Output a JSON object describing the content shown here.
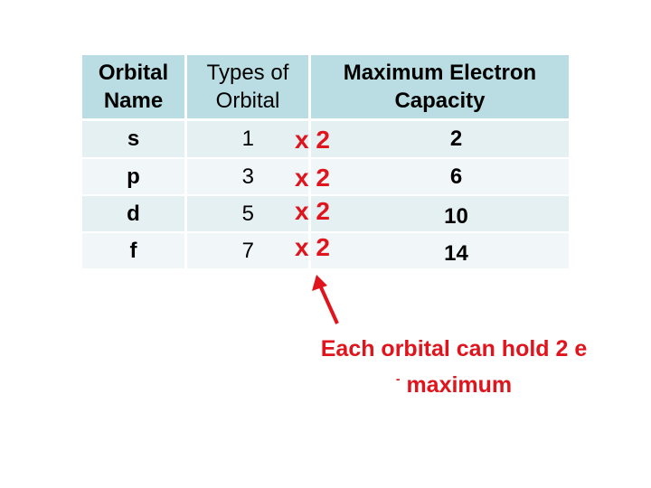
{
  "table": {
    "headers": [
      {
        "line1": "Orbital",
        "line2": "Name"
      },
      {
        "line1": "Types of",
        "line2": "Orbital"
      },
      {
        "line1": "Maximum Electron",
        "line2": "Capacity"
      }
    ],
    "rows": [
      {
        "name": "s",
        "types": "1",
        "multiplier": "x 2",
        "capacity": "2"
      },
      {
        "name": "p",
        "types": "3",
        "multiplier": "x 2",
        "capacity": "6"
      },
      {
        "name": "d",
        "types": "5",
        "multiplier": "x 2",
        "capacity": "10"
      },
      {
        "name": "f",
        "types": "7",
        "multiplier": "x 2",
        "capacity": "14"
      }
    ]
  },
  "annotation": {
    "line1": "Each orbital can hold 2 e",
    "superscript": "-",
    "line2": "maximum"
  },
  "colors": {
    "header_bg": "#b9dde2",
    "row_odd_bg": "#e5f0f3",
    "row_even_bg": "#f1f6f8",
    "accent_red": "#e0141c"
  }
}
